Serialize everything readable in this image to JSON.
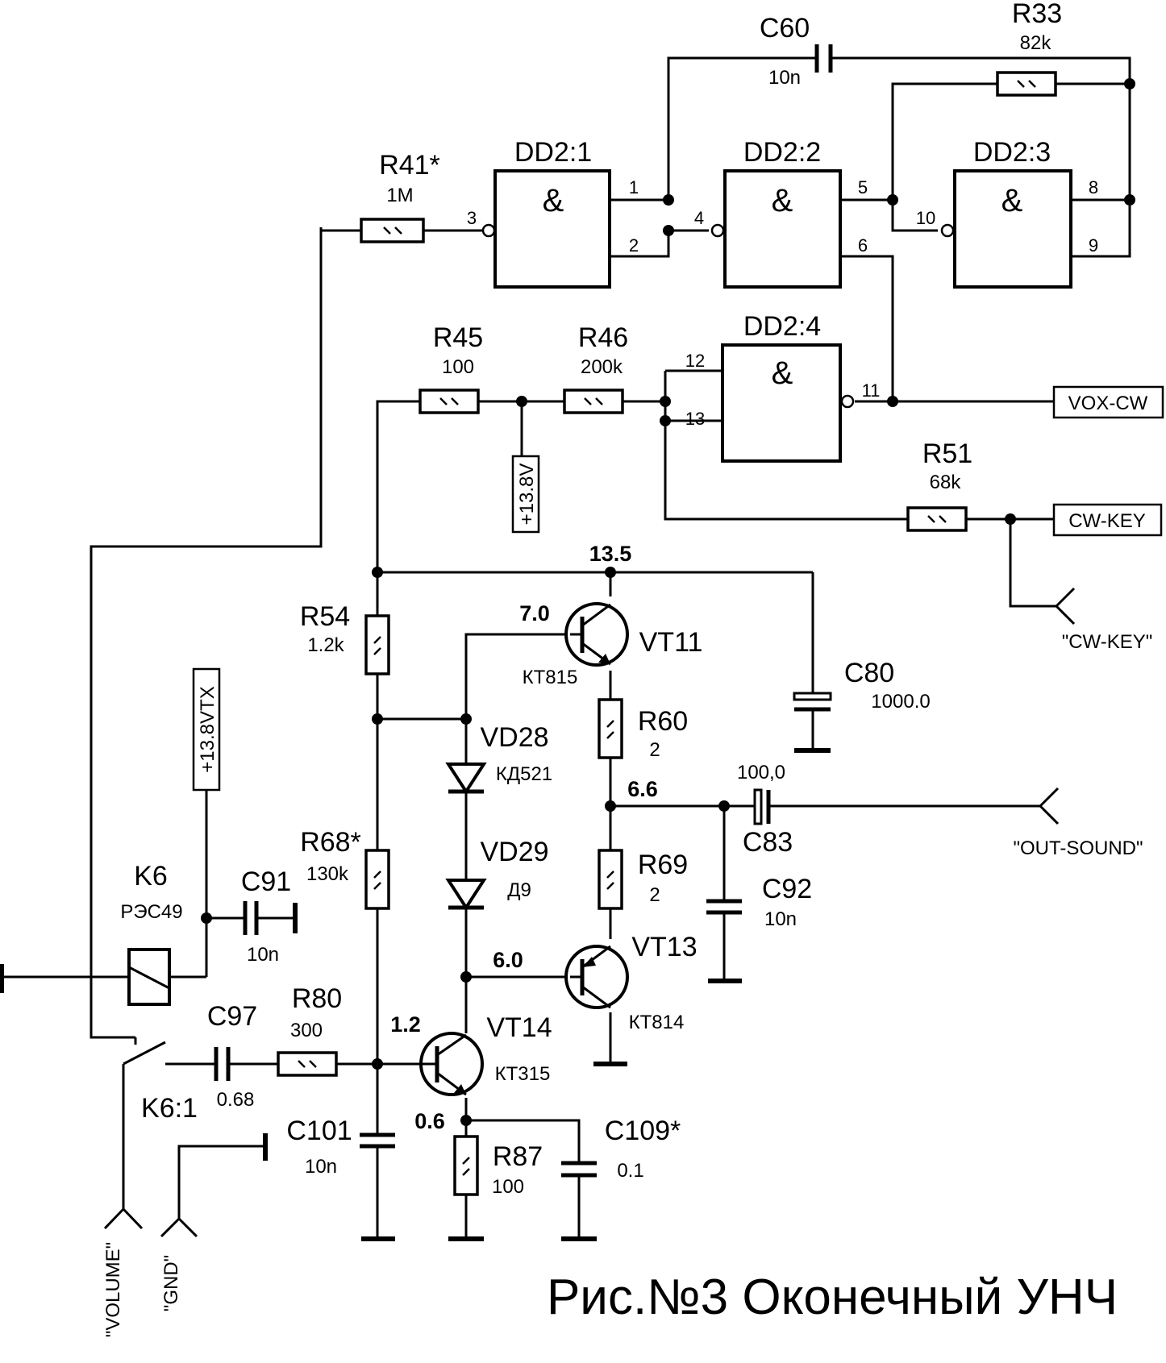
{
  "title": "Рис.№3 Оконечный УНЧ",
  "colors": {
    "ink": "#000000",
    "paper": "#ffffff"
  },
  "components": {
    "C60": {
      "ref": "C60",
      "value": "10n"
    },
    "R33": {
      "ref": "R33",
      "value": "82k"
    },
    "R41": {
      "ref": "R41*",
      "value": "1M"
    },
    "DD2_1": {
      "ref": "DD2:1",
      "symbol": "&",
      "pins": [
        "3",
        "1",
        "2"
      ]
    },
    "DD2_2": {
      "ref": "DD2:2",
      "symbol": "&",
      "pins": [
        "4",
        "5",
        "6"
      ]
    },
    "DD2_3": {
      "ref": "DD2:3",
      "symbol": "&",
      "pins": [
        "10",
        "8",
        "9"
      ]
    },
    "DD2_4": {
      "ref": "DD2:4",
      "symbol": "&",
      "pins": [
        "12",
        "13",
        "11"
      ]
    },
    "R45": {
      "ref": "R45",
      "value": "100"
    },
    "R46": {
      "ref": "R46",
      "value": "200k"
    },
    "R51": {
      "ref": "R51",
      "value": "68k"
    },
    "R54": {
      "ref": "R54",
      "value": "1.2k"
    },
    "R60": {
      "ref": "R60",
      "value": "2"
    },
    "R68": {
      "ref": "R68*",
      "value": "130k"
    },
    "R69": {
      "ref": "R69",
      "value": "2"
    },
    "R80": {
      "ref": "R80",
      "value": "300"
    },
    "R87": {
      "ref": "R87",
      "value": "100"
    },
    "VT11": {
      "ref": "VT11",
      "type": "КТ815"
    },
    "VT13": {
      "ref": "VT13",
      "type": "КТ814"
    },
    "VT14": {
      "ref": "VT14",
      "type": "КТ315"
    },
    "VD28": {
      "ref": "VD28",
      "type": "КД521"
    },
    "VD29": {
      "ref": "VD29",
      "type": "Д9"
    },
    "C80": {
      "ref": "C80",
      "value": "1000.0"
    },
    "C83": {
      "ref": "C83",
      "value": "100,0"
    },
    "C91": {
      "ref": "C91",
      "value": "10n"
    },
    "C92": {
      "ref": "C92",
      "value": "10n"
    },
    "C97": {
      "ref": "C97",
      "value": "0.68"
    },
    "C101": {
      "ref": "C101",
      "value": "10n"
    },
    "C109": {
      "ref": "C109*",
      "value": "0.1"
    },
    "K6": {
      "ref": "K6",
      "type": "РЭС49",
      "contact": "K6:1"
    }
  },
  "supplies": {
    "p13_8v": "+13.8V",
    "p13_8vtx": "+13.8VTX"
  },
  "signals": {
    "vox_cw": "VOX-CW",
    "cw_key": "CW-KEY"
  },
  "connectors": {
    "cw_key": "\"CW-KEY\"",
    "out_sound": "\"OUT-SOUND\"",
    "volume": "\"VOLUME\"",
    "gnd": "\"GND\""
  },
  "voltages": {
    "rail": "13.5",
    "vt11_base": "7.0",
    "mid": "6.6",
    "vt13_base": "6.0",
    "vt14_base": "1.2",
    "vt14_emitter": "0.6"
  }
}
